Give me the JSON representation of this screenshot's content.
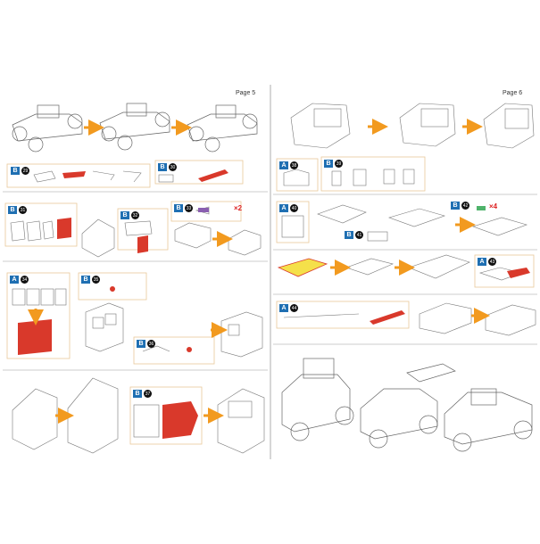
{
  "pages": [
    {
      "label": "Page 5"
    },
    {
      "label": "Page 6"
    }
  ],
  "steps": [
    {
      "letter": "B",
      "num": "29"
    },
    {
      "letter": "B",
      "num": "30"
    },
    {
      "letter": "B",
      "num": "31"
    },
    {
      "letter": "B",
      "num": "32"
    },
    {
      "letter": "B",
      "num": "33"
    },
    {
      "letter": "A",
      "num": "34"
    },
    {
      "letter": "B",
      "num": "35"
    },
    {
      "letter": "B",
      "num": "36"
    },
    {
      "letter": "B",
      "num": "37"
    },
    {
      "letter": "A",
      "num": "38"
    },
    {
      "letter": "B",
      "num": "39"
    },
    {
      "letter": "A",
      "num": "40"
    },
    {
      "letter": "B",
      "num": "41"
    },
    {
      "letter": "B",
      "num": "42"
    },
    {
      "letter": "A",
      "num": "43"
    },
    {
      "letter": "A",
      "num": "44"
    }
  ],
  "multipliers": [
    "×2",
    "×4"
  ],
  "colors": {
    "step_blue": "#1f6fb2",
    "part_red": "#d9392b",
    "arrow_orange": "#f29a1f",
    "box_border": "#e8c89a",
    "part_yellow": "#f5e04a",
    "part_green": "#4fb36b",
    "divider": "#9a9a9a"
  }
}
